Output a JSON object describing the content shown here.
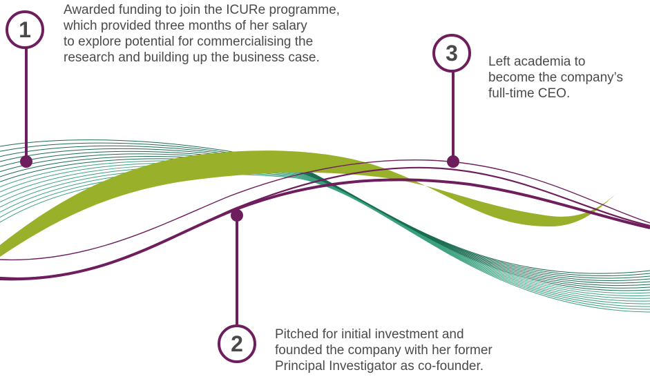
{
  "colors": {
    "accent_purple": "#6e1e5c",
    "wave_green_dark": "#1a6b52",
    "wave_green_light": "#3aa07d",
    "ribbon_olive": "#99b02a",
    "text": "#4a4a4a"
  },
  "steps": [
    {
      "number": "1",
      "lines": [
        "Awarded funding to join the ICURe programme,",
        "which provided three months of her salary",
        "to explore potential for commercialising the",
        "research and building up the business case."
      ]
    },
    {
      "number": "2",
      "lines": [
        "Pitched for initial investment and",
        "founded the company with her former",
        "Principal Investigator as co-founder."
      ]
    },
    {
      "number": "3",
      "lines": [
        "Left academia to",
        "become the company’s",
        "full-time CEO."
      ]
    }
  ]
}
